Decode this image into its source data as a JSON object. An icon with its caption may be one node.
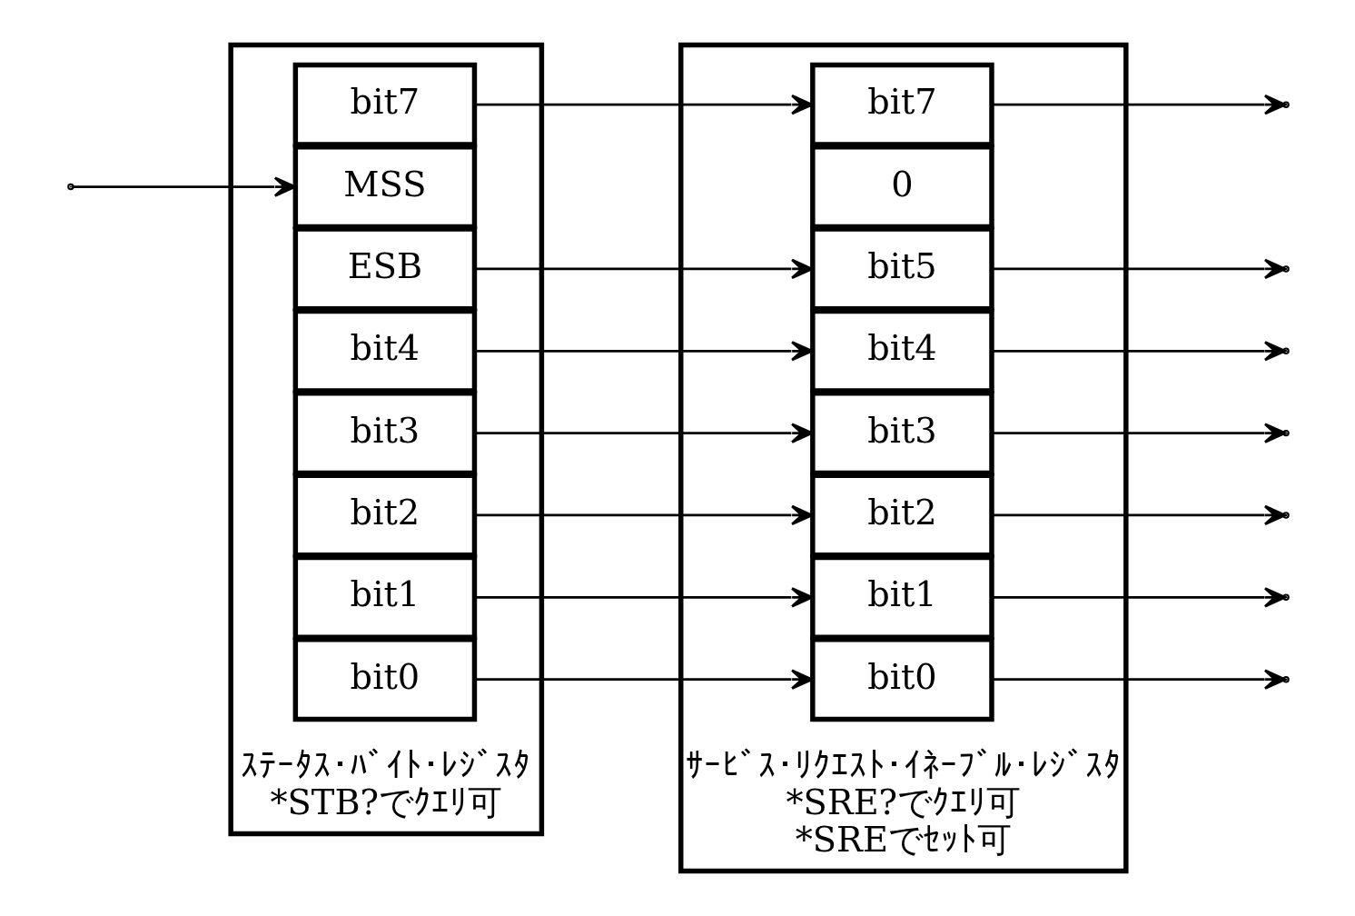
{
  "diagram": {
    "nodes": [
      {
        "text": [],
        "shape": "box",
        "beside": [
          "ｽﾃｰﾀｽ･ﾊﾞｲﾄ･ﾚｼﾞｽﾀ",
          "*STB?でｸｴﾘ可"
        ]
      },
      {
        "text": [
          "bit0"
        ],
        "in": 0
      },
      {
        "text": [
          "bit1"
        ],
        "in": 0
      },
      {
        "text": [
          "bit2"
        ],
        "in": 0
      },
      {
        "text": [
          "bit3"
        ],
        "in": 0
      },
      {
        "text": [
          "bit4"
        ],
        "in": 0
      },
      {
        "text": [
          "ESB"
        ],
        "in": 0
      },
      {
        "text": [
          "MSS"
        ],
        "in": 0
      },
      {
        "text": [
          "bit7"
        ],
        "in": 0
      },
      {
        "text": [],
        "shape": "box",
        "beside": [
          "ｻｰﾋﾞｽ･ﾘｸｴｽﾄ･ｲﾈｰﾌﾞﾙ･ﾚｼﾞｽﾀ",
          "*SRE?でｸｴﾘ可",
          "*SREでｾｯﾄ可"
        ]
      },
      {
        "text": [
          "bit0"
        ],
        "in": 9
      },
      {
        "text": [
          "bit1"
        ],
        "in": 9
      },
      {
        "text": [
          "bit2"
        ],
        "in": 9
      },
      {
        "text": [
          "bit3"
        ],
        "in": 9
      },
      {
        "text": [
          "bit4"
        ],
        "in": 9
      },
      {
        "text": [
          "bit5"
        ],
        "in": 9
      },
      {
        "text": [
          "0"
        ],
        "in": 9
      },
      {
        "text": [
          "bit7"
        ],
        "in": 9
      }
    ],
    "edges": [
      {
        "from": 1,
        "to": 10,
        "arrow": "to"
      },
      {
        "from": 2,
        "to": 11,
        "arrow": "to"
      },
      {
        "from": 3,
        "to": 12,
        "arrow": "to"
      },
      {
        "from": 4,
        "to": 13,
        "arrow": "to"
      },
      {
        "from": 5,
        "to": 14,
        "arrow": "to"
      },
      {
        "from": 6,
        "to": 15,
        "arrow": "to"
      },
      {
        "from": 8,
        "to": 17,
        "arrow": "to"
      },
      {
        "from": 10,
        "to": null,
        "arrow": "to"
      },
      {
        "from": 11,
        "to": null,
        "arrow": "to"
      },
      {
        "from": 12,
        "to": null,
        "arrow": "to"
      },
      {
        "from": 13,
        "to": null,
        "arrow": "to"
      },
      {
        "from": 14,
        "to": null,
        "arrow": "to"
      },
      {
        "from": 15,
        "to": null,
        "arrow": "to"
      },
      {
        "from": 17,
        "to": null,
        "arrow": "to"
      },
      {
        "from": null,
        "to": 7,
        "arrow": "to"
      }
    ]
  }
}
